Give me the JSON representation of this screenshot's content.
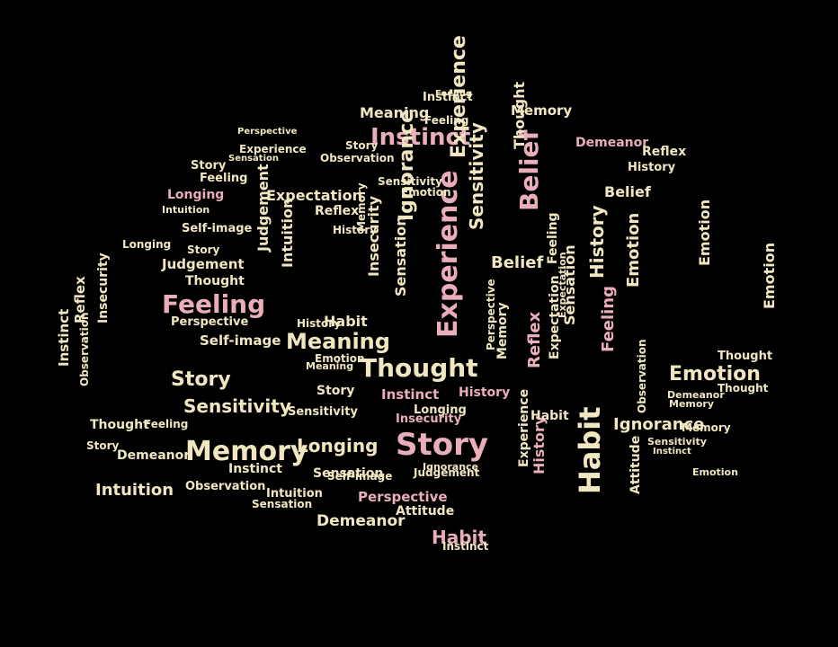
{
  "colors": {
    "background": "#000000",
    "pink": "#e9aeb9",
    "cream": "#f0e6bf",
    "tan": "#b8a48a"
  },
  "words": [
    "Instinct",
    "Story",
    "Thought",
    "Experience",
    "Belief",
    "Habit",
    "Memory",
    "Feeling",
    "Meaning",
    "Emotion",
    "Ignorance",
    "Sensitivity",
    "Longing",
    "Intuition",
    "Demeanor",
    "Perspective",
    "Self-image",
    "Expectation",
    "Reflex",
    "Judgement",
    "Observation",
    "Attitude",
    "Sensation",
    "Insecurity",
    "History"
  ]
}
